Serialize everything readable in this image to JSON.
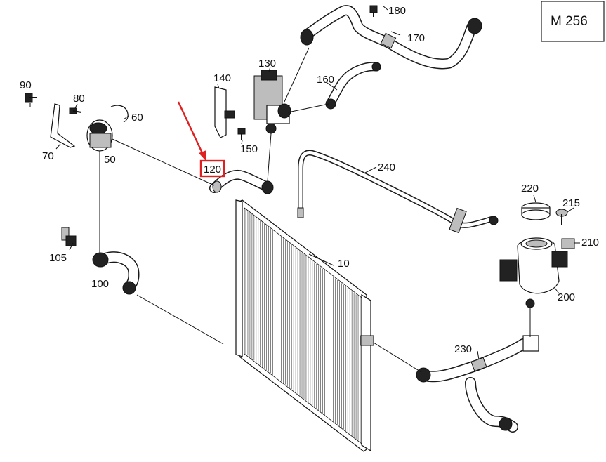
{
  "engine_code": "M 256",
  "highlighted_part": "120",
  "parts": {
    "p10": "10",
    "p50": "50",
    "p60": "60",
    "p70": "70",
    "p80": "80",
    "p90": "90",
    "p100": "100",
    "p105": "105",
    "p120": "120",
    "p130": "130",
    "p140": "140",
    "p150": "150",
    "p160": "160",
    "p170": "170",
    "p180": "180",
    "p200": "200",
    "p210": "210",
    "p215": "215",
    "p220": "220",
    "p230": "230",
    "p240": "240"
  },
  "colors": {
    "highlight": "#e02020",
    "line": "#111111"
  }
}
